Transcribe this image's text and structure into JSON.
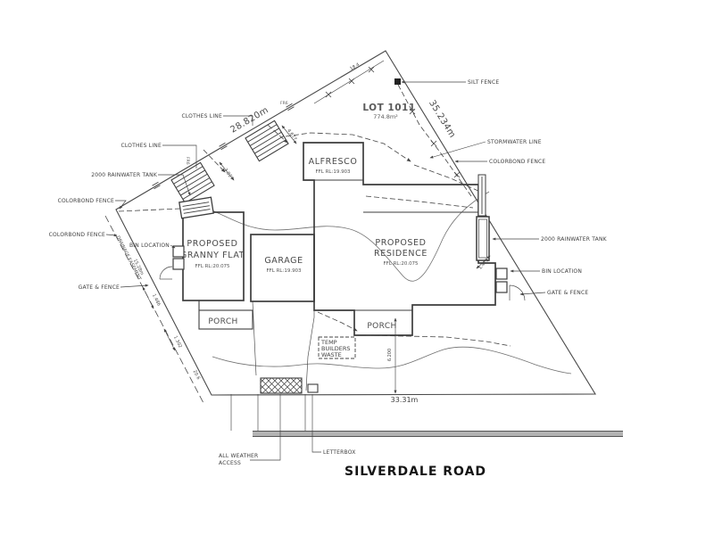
{
  "drawing": {
    "road_name": "SILVERDALE ROAD",
    "lot": {
      "id": "LOT 1011",
      "area": "774.8m²"
    },
    "buildings": {
      "residence": {
        "name1": "PROPOSED",
        "name2": "RESIDENCE",
        "ffl": "FFL RL:20.075"
      },
      "granny": {
        "name1": "PROPOSED",
        "name2": "GRANNY FLAT",
        "ffl": "FFL RL:20.075"
      },
      "garage": {
        "name": "GARAGE",
        "ffl": "FFL RL:19.903"
      },
      "alfresco": {
        "name": "ALFRESCO",
        "ffl": "FFL RL:19.903"
      },
      "porch_left": "PORCH",
      "porch_right": "PORCH",
      "temp_waste1": "TEMP",
      "temp_waste2": "BUILDERS",
      "temp_waste3": "WASTE"
    },
    "site_labels": {
      "clothes_line_1": "CLOTHES LINE",
      "clothes_line_2": "CLOTHES LINE",
      "tank_left": "2000 RAINWATER TANK",
      "colorbond_1": "COLORBOND FENCE",
      "colorbond_2": "COLORBOND FENCE",
      "bin_left": "BIN LOCATION",
      "gate_left": "GATE & FENCE",
      "silt_fence": "SILT FENCE",
      "stormwater": "STORMWATER LINE",
      "colorbond_right": "COLORBOND FENCE",
      "tank_right": "2000 RAINWATER TANK",
      "bin_right": "BIN LOCATION",
      "gate_right": "GATE & FENCE",
      "access1": "ALL WEATHER",
      "access2": "ACCESS",
      "letterbox": "LETTERBOX"
    },
    "dimensions": {
      "b_upper": "28.820m",
      "b_right": "35.234m",
      "b_bottom": "33.31m",
      "d6200": "6.200",
      "d1415": "1.415",
      "d1486": "1.486",
      "d1302": "1.302",
      "d206": "20.6",
      "d3027": "3.027",
      "d4677": "4.677",
      "d184": "18.4",
      "easement": "DRAINAGE EASEMENT",
      "easement_len": "15.28m",
      "fr6a": "FR6",
      "fr6b": "FR6"
    }
  }
}
